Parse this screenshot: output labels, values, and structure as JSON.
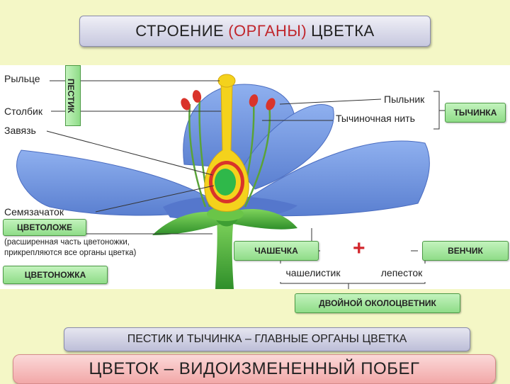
{
  "title": {
    "part1": "СТРОЕНИЕ",
    "part2": "(ОРГАНЫ)",
    "part3": "ЦВЕТКА"
  },
  "labels": {
    "stigma": "Рыльце",
    "style": "Столбик",
    "ovary": "Завязь",
    "ovule": "Семязачаток",
    "anther": "Пыльник",
    "filament": "Тычиночная нить"
  },
  "boxes": {
    "pistil": "ПЕСТИК",
    "stamen": "ТЫЧИНКА",
    "receptacle": "ЦВЕТОЛОЖЕ",
    "receptacle_note_1": "(расширенная часть цветоножки,",
    "receptacle_note_2": "прикрепляются все органы цветка)",
    "pedicel": "ЦВЕТОНОЖКА",
    "calyx": "ЧАШЕЧКА",
    "corolla": "ВЕНЧИК",
    "sepal": "чашелистик",
    "petal": "лепесток",
    "plus": "+",
    "perianth": "ДВОЙНОЙ ОКОЛОЦВЕТНИК"
  },
  "main_statement": "ПЕСТИК И ТЫЧИНКА – ГЛАВНЫЕ ОРГАНЫ ЦВЕТКА",
  "bottom_statement": "ЦВЕТОК – ВИДОИЗМЕНЕННЫЙ ПОБЕГ",
  "colors": {
    "petal": "#6f93de",
    "leaf_green": "#4caf3a",
    "pistil_yellow": "#f4d21c",
    "ovary_red": "#d9342b",
    "label_box_green": "#a8e8a0",
    "bottom_pink": "#f5b5b5",
    "title_accent": "#c0262c"
  }
}
